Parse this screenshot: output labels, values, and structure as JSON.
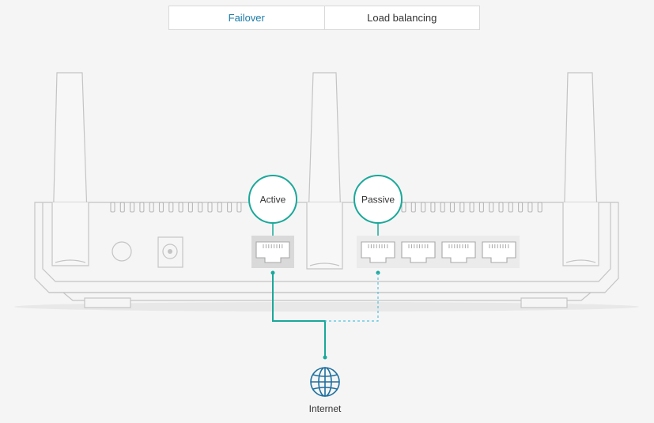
{
  "tabs": [
    {
      "label": "Failover",
      "active": true
    },
    {
      "label": "Load balancing",
      "active": false
    }
  ],
  "diagram": {
    "active_label": "Active",
    "passive_label": "Passive",
    "internet_label": "Internet"
  },
  "colors": {
    "accent": "#1aa89a",
    "tab_active_text": "#1a7aa8",
    "outline": "#c4c4c4",
    "background": "#f5f5f5"
  },
  "icons": [
    "globe-icon"
  ]
}
